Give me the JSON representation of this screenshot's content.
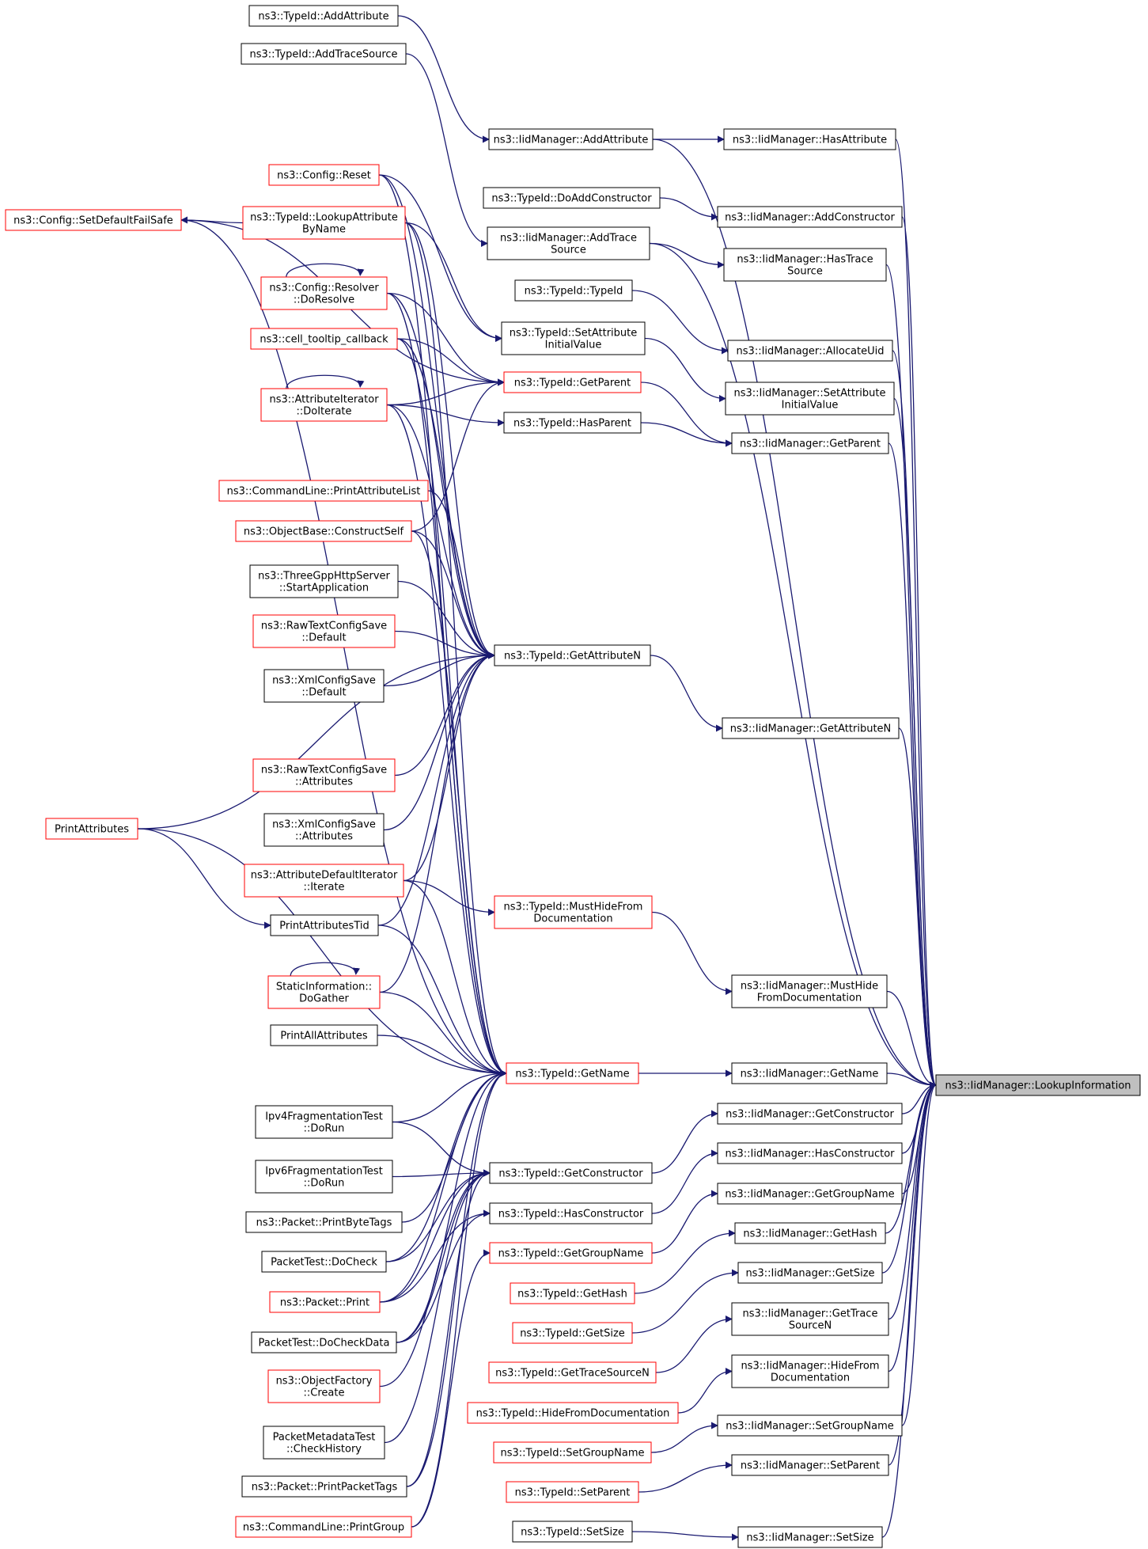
{
  "root": "ns3::IidManager::LookupInformation",
  "colors": {
    "edge": "#191970",
    "node_border": "#000000",
    "node_border_highlight": "#ff0000",
    "root_fill": "#bfbfbf",
    "node_fill": "#ffffff"
  },
  "nodes": [
    {
      "id": "root",
      "lines": [
        "ns3::IidManager::LookupInformation"
      ],
      "style": "root"
    },
    {
      "id": "i_addattr",
      "lines": [
        "ns3::IidManager::AddAttribute"
      ],
      "style": "normal"
    },
    {
      "id": "i_hasattr",
      "lines": [
        "ns3::IidManager::HasAttribute"
      ],
      "style": "normal"
    },
    {
      "id": "i_addctor",
      "lines": [
        "ns3::IidManager::AddConstructor"
      ],
      "style": "normal"
    },
    {
      "id": "i_addtrace",
      "lines": [
        "ns3::IidManager::AddTrace",
        "Source"
      ],
      "style": "normal"
    },
    {
      "id": "i_hastrace",
      "lines": [
        "ns3::IidManager::HasTrace",
        "Source"
      ],
      "style": "normal"
    },
    {
      "id": "i_alloc",
      "lines": [
        "ns3::IidManager::AllocateUid"
      ],
      "style": "normal"
    },
    {
      "id": "i_setattrinit",
      "lines": [
        "ns3::IidManager::SetAttribute",
        "InitialValue"
      ],
      "style": "normal"
    },
    {
      "id": "i_getparent",
      "lines": [
        "ns3::IidManager::GetParent"
      ],
      "style": "normal"
    },
    {
      "id": "i_getattrn",
      "lines": [
        "ns3::IidManager::GetAttributeN"
      ],
      "style": "normal"
    },
    {
      "id": "i_musthide",
      "lines": [
        "ns3::IidManager::MustHide",
        "FromDocumentation"
      ],
      "style": "normal"
    },
    {
      "id": "i_getname",
      "lines": [
        "ns3::IidManager::GetName"
      ],
      "style": "normal"
    },
    {
      "id": "i_getctor",
      "lines": [
        "ns3::IidManager::GetConstructor"
      ],
      "style": "normal"
    },
    {
      "id": "i_hasctor",
      "lines": [
        "ns3::IidManager::HasConstructor"
      ],
      "style": "normal"
    },
    {
      "id": "i_getgroup",
      "lines": [
        "ns3::IidManager::GetGroupName"
      ],
      "style": "normal"
    },
    {
      "id": "i_gethash",
      "lines": [
        "ns3::IidManager::GetHash"
      ],
      "style": "normal"
    },
    {
      "id": "i_getsize",
      "lines": [
        "ns3::IidManager::GetSize"
      ],
      "style": "normal"
    },
    {
      "id": "i_gettracen",
      "lines": [
        "ns3::IidManager::GetTrace",
        "SourceN"
      ],
      "style": "normal"
    },
    {
      "id": "i_hidefrom",
      "lines": [
        "ns3::IidManager::HideFrom",
        "Documentation"
      ],
      "style": "normal"
    },
    {
      "id": "i_setgroup",
      "lines": [
        "ns3::IidManager::SetGroupName"
      ],
      "style": "normal"
    },
    {
      "id": "i_setparent",
      "lines": [
        "ns3::IidManager::SetParent"
      ],
      "style": "normal"
    },
    {
      "id": "i_setsize",
      "lines": [
        "ns3::IidManager::SetSize"
      ],
      "style": "normal"
    },
    {
      "id": "t_addattr",
      "lines": [
        "ns3::TypeId::AddAttribute"
      ],
      "style": "normal"
    },
    {
      "id": "t_addtrace",
      "lines": [
        "ns3::TypeId::AddTraceSource"
      ],
      "style": "normal"
    },
    {
      "id": "t_doaddctor",
      "lines": [
        "ns3::TypeId::DoAddConstructor"
      ],
      "style": "normal"
    },
    {
      "id": "t_typeid",
      "lines": [
        "ns3::TypeId::TypeId"
      ],
      "style": "normal"
    },
    {
      "id": "t_setattrinit",
      "lines": [
        "ns3::TypeId::SetAttribute",
        "InitialValue"
      ],
      "style": "normal"
    },
    {
      "id": "t_getparent",
      "lines": [
        "ns3::TypeId::GetParent"
      ],
      "style": "highlight"
    },
    {
      "id": "t_hasparent",
      "lines": [
        "ns3::TypeId::HasParent"
      ],
      "style": "normal"
    },
    {
      "id": "t_getattrn",
      "lines": [
        "ns3::TypeId::GetAttributeN"
      ],
      "style": "normal"
    },
    {
      "id": "t_musthide",
      "lines": [
        "ns3::TypeId::MustHideFrom",
        "Documentation"
      ],
      "style": "highlight"
    },
    {
      "id": "t_getname",
      "lines": [
        "ns3::TypeId::GetName"
      ],
      "style": "highlight"
    },
    {
      "id": "t_getctor",
      "lines": [
        "ns3::TypeId::GetConstructor"
      ],
      "style": "normal"
    },
    {
      "id": "t_hasctor",
      "lines": [
        "ns3::TypeId::HasConstructor"
      ],
      "style": "normal"
    },
    {
      "id": "t_getgroup",
      "lines": [
        "ns3::TypeId::GetGroupName"
      ],
      "style": "highlight"
    },
    {
      "id": "t_gethash",
      "lines": [
        "ns3::TypeId::GetHash"
      ],
      "style": "highlight"
    },
    {
      "id": "t_getsize",
      "lines": [
        "ns3::TypeId::GetSize"
      ],
      "style": "highlight"
    },
    {
      "id": "t_gettracen",
      "lines": [
        "ns3::TypeId::GetTraceSourceN"
      ],
      "style": "highlight"
    },
    {
      "id": "t_hidefrom",
      "lines": [
        "ns3::TypeId::HideFromDocumentation"
      ],
      "style": "highlight"
    },
    {
      "id": "t_setgroup",
      "lines": [
        "ns3::TypeId::SetGroupName"
      ],
      "style": "highlight"
    },
    {
      "id": "t_setparent",
      "lines": [
        "ns3::TypeId::SetParent"
      ],
      "style": "highlight"
    },
    {
      "id": "t_setsize",
      "lines": [
        "ns3::TypeId::SetSize"
      ],
      "style": "normal"
    },
    {
      "id": "c_setdefault",
      "lines": [
        "ns3::Config::SetDefaultFailSafe"
      ],
      "style": "highlight"
    },
    {
      "id": "c_reset",
      "lines": [
        "ns3::Config::Reset"
      ],
      "style": "highlight"
    },
    {
      "id": "t_lookupattr",
      "lines": [
        "ns3::TypeId::LookupAttribute",
        "ByName"
      ],
      "style": "highlight"
    },
    {
      "id": "c_doresolve",
      "lines": [
        "ns3::Config::Resolver",
        "::DoResolve"
      ],
      "style": "highlight"
    },
    {
      "id": "cell_tooltip",
      "lines": [
        "ns3::cell_tooltip_callback"
      ],
      "style": "highlight"
    },
    {
      "id": "attr_iter",
      "lines": [
        "ns3::AttributeIterator",
        "::DoIterate"
      ],
      "style": "highlight"
    },
    {
      "id": "cmd_printattr",
      "lines": [
        "ns3::CommandLine::PrintAttributeList"
      ],
      "style": "highlight"
    },
    {
      "id": "obj_construct",
      "lines": [
        "ns3::ObjectBase::ConstructSelf"
      ],
      "style": "highlight"
    },
    {
      "id": "three_gpp",
      "lines": [
        "ns3::ThreeGppHttpServer",
        "::StartApplication"
      ],
      "style": "normal"
    },
    {
      "id": "raw_default",
      "lines": [
        "ns3::RawTextConfigSave",
        "::Default"
      ],
      "style": "highlight"
    },
    {
      "id": "xml_default",
      "lines": [
        "ns3::XmlConfigSave",
        "::Default"
      ],
      "style": "normal"
    },
    {
      "id": "raw_attrs",
      "lines": [
        "ns3::RawTextConfigSave",
        "::Attributes"
      ],
      "style": "highlight"
    },
    {
      "id": "xml_attrs",
      "lines": [
        "ns3::XmlConfigSave",
        "::Attributes"
      ],
      "style": "normal"
    },
    {
      "id": "print_attrs",
      "lines": [
        "PrintAttributes"
      ],
      "style": "highlight"
    },
    {
      "id": "attr_def_iter",
      "lines": [
        "ns3::AttributeDefaultIterator",
        "::Iterate"
      ],
      "style": "highlight"
    },
    {
      "id": "print_attrs_tid",
      "lines": [
        "PrintAttributesTid"
      ],
      "style": "normal"
    },
    {
      "id": "static_info",
      "lines": [
        "StaticInformation::",
        "DoGather"
      ],
      "style": "highlight"
    },
    {
      "id": "print_all_attrs",
      "lines": [
        "PrintAllAttributes"
      ],
      "style": "normal"
    },
    {
      "id": "ipv4frag",
      "lines": [
        "Ipv4FragmentationTest",
        "::DoRun"
      ],
      "style": "normal"
    },
    {
      "id": "ipv6frag",
      "lines": [
        "Ipv6FragmentationTest",
        "::DoRun"
      ],
      "style": "normal"
    },
    {
      "id": "pkt_printbyte",
      "lines": [
        "ns3::Packet::PrintByteTags"
      ],
      "style": "normal"
    },
    {
      "id": "pkt_docheck",
      "lines": [
        "PacketTest::DoCheck"
      ],
      "style": "normal"
    },
    {
      "id": "pkt_print",
      "lines": [
        "ns3::Packet::Print"
      ],
      "style": "highlight"
    },
    {
      "id": "pkt_docheckdata",
      "lines": [
        "PacketTest::DoCheckData"
      ],
      "style": "normal"
    },
    {
      "id": "obj_factory",
      "lines": [
        "ns3::ObjectFactory",
        "::Create"
      ],
      "style": "highlight"
    },
    {
      "id": "pkt_meta",
      "lines": [
        "PacketMetadataTest",
        "::CheckHistory"
      ],
      "style": "normal"
    },
    {
      "id": "pkt_printtags",
      "lines": [
        "ns3::Packet::PrintPacketTags"
      ],
      "style": "normal"
    },
    {
      "id": "cmd_printgroup",
      "lines": [
        "ns3::CommandLine::PrintGroup"
      ],
      "style": "highlight"
    }
  ],
  "edges": [
    [
      "i_addattr",
      "root"
    ],
    [
      "i_hasattr",
      "root"
    ],
    [
      "i_addctor",
      "root"
    ],
    [
      "i_addtrace",
      "root"
    ],
    [
      "i_hastrace",
      "root"
    ],
    [
      "i_alloc",
      "root"
    ],
    [
      "i_setattrinit",
      "root"
    ],
    [
      "i_getparent",
      "root"
    ],
    [
      "i_getattrn",
      "root"
    ],
    [
      "i_musthide",
      "root"
    ],
    [
      "i_getname",
      "root"
    ],
    [
      "i_getctor",
      "root"
    ],
    [
      "i_hasctor",
      "root"
    ],
    [
      "i_getgroup",
      "root"
    ],
    [
      "i_gethash",
      "root"
    ],
    [
      "i_getsize",
      "root"
    ],
    [
      "i_gettracen",
      "root"
    ],
    [
      "i_hidefrom",
      "root"
    ],
    [
      "i_setgroup",
      "root"
    ],
    [
      "i_setparent",
      "root"
    ],
    [
      "i_setsize",
      "root"
    ],
    [
      "i_addattr",
      "i_hasattr"
    ],
    [
      "i_addtrace",
      "i_hastrace"
    ],
    [
      "t_addattr",
      "i_addattr"
    ],
    [
      "t_addtrace",
      "i_addtrace"
    ],
    [
      "t_doaddctor",
      "i_addctor"
    ],
    [
      "t_typeid",
      "i_alloc"
    ],
    [
      "t_setattrinit",
      "i_setattrinit"
    ],
    [
      "t_getparent",
      "i_getparent"
    ],
    [
      "t_hasparent",
      "i_getparent"
    ],
    [
      "t_getattrn",
      "i_getattrn"
    ],
    [
      "t_musthide",
      "i_musthide"
    ],
    [
      "t_getname",
      "i_getname"
    ],
    [
      "t_getctor",
      "i_getctor"
    ],
    [
      "t_hasctor",
      "i_hasctor"
    ],
    [
      "t_getgroup",
      "i_getgroup"
    ],
    [
      "t_gethash",
      "i_gethash"
    ],
    [
      "t_getsize",
      "i_getsize"
    ],
    [
      "t_gettracen",
      "i_gettracen"
    ],
    [
      "t_hidefrom",
      "i_hidefrom"
    ],
    [
      "t_setgroup",
      "i_setgroup"
    ],
    [
      "t_setparent",
      "i_setparent"
    ],
    [
      "t_setsize",
      "i_setsize"
    ],
    [
      "t_lookupattr",
      "c_setdefault"
    ],
    [
      "c_doresolve",
      "c_doresolve"
    ],
    [
      "attr_iter",
      "attr_iter"
    ],
    [
      "static_info",
      "static_info"
    ],
    [
      "c_reset",
      "t_setattrinit"
    ],
    [
      "t_lookupattr",
      "t_setattrinit"
    ],
    [
      "c_doresolve",
      "t_getparent"
    ],
    [
      "cell_tooltip",
      "t_getparent"
    ],
    [
      "attr_iter",
      "t_getparent"
    ],
    [
      "obj_construct",
      "t_getparent"
    ],
    [
      "c_setdefault",
      "t_getparent"
    ],
    [
      "attr_iter",
      "t_hasparent"
    ],
    [
      "c_reset",
      "t_getattrn"
    ],
    [
      "t_lookupattr",
      "t_getattrn"
    ],
    [
      "c_doresolve",
      "t_getattrn"
    ],
    [
      "cell_tooltip",
      "t_getattrn"
    ],
    [
      "attr_iter",
      "t_getattrn"
    ],
    [
      "cmd_printattr",
      "t_getattrn"
    ],
    [
      "obj_construct",
      "t_getattrn"
    ],
    [
      "three_gpp",
      "t_getattrn"
    ],
    [
      "raw_default",
      "t_getattrn"
    ],
    [
      "xml_default",
      "t_getattrn"
    ],
    [
      "raw_attrs",
      "t_getattrn"
    ],
    [
      "xml_attrs",
      "t_getattrn"
    ],
    [
      "print_attrs",
      "t_getattrn"
    ],
    [
      "attr_def_iter",
      "t_getattrn"
    ],
    [
      "print_attrs_tid",
      "t_getattrn"
    ],
    [
      "static_info",
      "t_getattrn"
    ],
    [
      "print_attrs",
      "print_attrs_tid"
    ],
    [
      "attr_def_iter",
      "t_musthide"
    ],
    [
      "c_reset",
      "t_getname"
    ],
    [
      "t_lookupattr",
      "t_getname"
    ],
    [
      "c_doresolve",
      "t_getname"
    ],
    [
      "cell_tooltip",
      "t_getname"
    ],
    [
      "attr_iter",
      "t_getname"
    ],
    [
      "obj_construct",
      "t_getname"
    ],
    [
      "attr_def_iter",
      "t_getname"
    ],
    [
      "print_attrs_tid",
      "t_getname"
    ],
    [
      "static_info",
      "t_getname"
    ],
    [
      "print_all_attrs",
      "t_getname"
    ],
    [
      "print_attrs",
      "t_getname"
    ],
    [
      "ipv4frag",
      "t_getname"
    ],
    [
      "pkt_printbyte",
      "t_getname"
    ],
    [
      "pkt_docheck",
      "t_getname"
    ],
    [
      "pkt_print",
      "t_getname"
    ],
    [
      "pkt_docheckdata",
      "t_getname"
    ],
    [
      "pkt_printtags",
      "t_getname"
    ],
    [
      "cmd_printgroup",
      "t_getname"
    ],
    [
      "c_setdefault",
      "t_getname"
    ],
    [
      "ipv4frag",
      "t_getctor"
    ],
    [
      "ipv6frag",
      "t_getctor"
    ],
    [
      "pkt_docheck",
      "t_getctor"
    ],
    [
      "pkt_print",
      "t_getctor"
    ],
    [
      "pkt_docheckdata",
      "t_getctor"
    ],
    [
      "obj_factory",
      "t_getctor"
    ],
    [
      "pkt_meta",
      "t_getctor"
    ],
    [
      "pkt_printtags",
      "t_getctor"
    ],
    [
      "pkt_print",
      "t_hasctor"
    ],
    [
      "pkt_docheckdata",
      "t_hasctor"
    ],
    [
      "cmd_printgroup",
      "t_getgroup"
    ]
  ]
}
